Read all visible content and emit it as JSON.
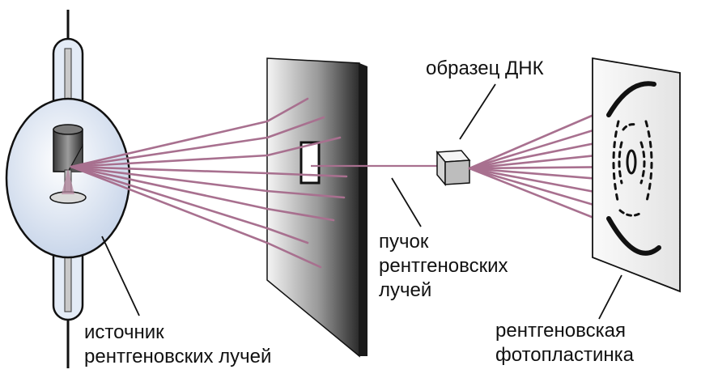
{
  "labels": {
    "source": [
      "источник",
      "рентгеновских лучей"
    ],
    "beam": [
      "пучок",
      "рентгеновских",
      "лучей"
    ],
    "sample": [
      "образец ДНК"
    ],
    "plate": [
      "рентгеновская",
      "фотопластинка"
    ]
  },
  "colors": {
    "ray": "#a8708f",
    "outline": "#111111",
    "glass": "#d9e3f2",
    "screen_dark": "#2a2a2a",
    "screen_light": "#f2f2f2",
    "plate": "#eeeeee"
  }
}
